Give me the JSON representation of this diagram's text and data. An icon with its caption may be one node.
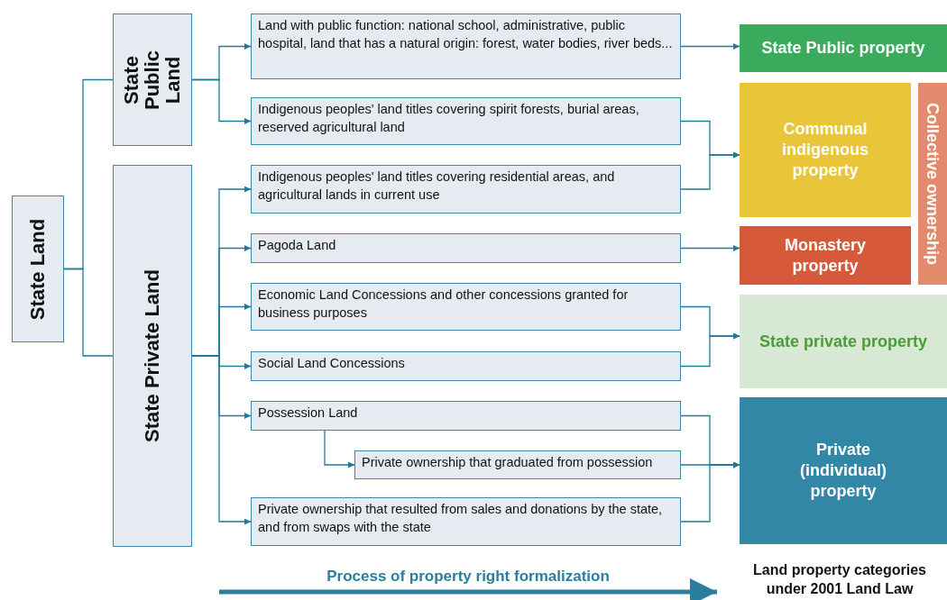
{
  "diagram": {
    "nodes": [
      {
        "text": [
          "State Land"
        ]
      },
      {
        "text": [
          "State Public Land"
        ]
      },
      {
        "text": [
          "State Private Land"
        ]
      },
      {
        "text": [
          "Land with public function: national school, administrative, public hospital, land that has a natural origin: forest, water bodies, river beds..."
        ]
      },
      {
        "text": [
          "Indigenous peoples' land titles covering spirit forests, burial areas, reserved agricultural land"
        ]
      },
      {
        "text": [
          "Indigenous peoples' land titles covering residential areas, and agricultural lands in current use"
        ]
      },
      {
        "text": [
          "Pagoda Land"
        ]
      },
      {
        "text": [
          "Economic Land Concessions and other concessions granted for business purposes"
        ]
      },
      {
        "text": [
          "Social Land Concessions"
        ]
      },
      {
        "text": [
          "Possession Land"
        ]
      },
      {
        "text": [
          "Private ownership that graduated from possession"
        ]
      },
      {
        "text": [
          "Private ownership that resulted from sales and donations by the state, and from swaps with the state"
        ]
      },
      {
        "text": [
          "State Public property"
        ]
      },
      {
        "text": [
          "Communal indigenous property"
        ]
      },
      {
        "text": [
          "Monastery property"
        ]
      },
      {
        "text": [
          "Collective ownership"
        ]
      },
      {
        "text": [
          "State private property"
        ]
      },
      {
        "text": [
          "Private (individual) property"
        ]
      }
    ],
    "edges": [
      {
        "from": 0,
        "to": 1,
        "arrow": "none"
      },
      {
        "from": 0,
        "to": 2,
        "arrow": "none"
      },
      {
        "from": 1,
        "to": 3,
        "arrow": "to"
      },
      {
        "from": 1,
        "to": 4,
        "arrow": "to"
      },
      {
        "from": 2,
        "to": 5,
        "arrow": "to"
      },
      {
        "from": 2,
        "to": 6,
        "arrow": "to"
      },
      {
        "from": 2,
        "to": 7,
        "arrow": "to"
      },
      {
        "from": 2,
        "to": 8,
        "arrow": "to"
      },
      {
        "from": 2,
        "to": 9,
        "arrow": "to"
      },
      {
        "from": 2,
        "to": 11,
        "arrow": "to"
      },
      {
        "from": 9,
        "to": 10,
        "arrow": "to"
      },
      {
        "from": 3,
        "to": 12,
        "arrow": "to"
      },
      {
        "from": 4,
        "to": 13,
        "arrow": "to"
      },
      {
        "from": 5,
        "to": 13,
        "arrow": "to"
      },
      {
        "from": 6,
        "to": 14,
        "arrow": "to"
      },
      {
        "from": 7,
        "to": 16,
        "arrow": "to"
      },
      {
        "from": 8,
        "to": 16,
        "arrow": "to"
      },
      {
        "from": 9,
        "to": 17,
        "arrow": "to"
      },
      {
        "from": 10,
        "to": 17,
        "arrow": "to"
      },
      {
        "from": 11,
        "to": 17,
        "arrow": "to"
      }
    ],
    "labels": [
      "Process of property right formalization",
      "Land property categories under 2001 Land Law"
    ]
  }
}
